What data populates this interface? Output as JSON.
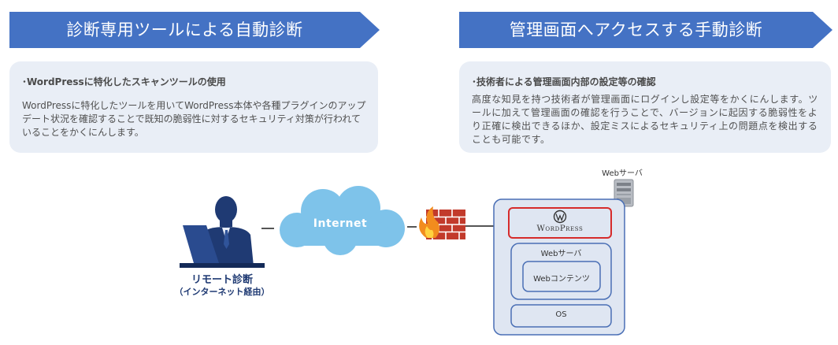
{
  "left": {
    "banner": "診断専用ツールによる自動診断",
    "heading": "･WordPressに特化したスキャンツールの使用",
    "body": "WordPressに特化したツールを用いてWordPress本体や各種プラグインのアップデート状況を確認することで既知の脆弱性に対するセキュリティ対策が行われていることをかくにんします。"
  },
  "right": {
    "banner": "管理画面へアクセスする手動診断",
    "heading": "･技術者による管理画面内部の設定等の確認",
    "body": "高度な知見を持つ技術者が管理画面にログインし設定等をかくにんします。ツールに加えて管理画面の確認を行うことで、バージョンに起因する脆弱性をより正確に検出できるほか、設定ミスによるセキュリティ上の問題点を検出することも可能です。"
  },
  "diagram": {
    "user_label_1": "リモート診断",
    "user_label_2": "（インターネット経由）",
    "internet": "Internet",
    "server_top_label": "Webサーバ",
    "wordpress": "WordPress",
    "inner_server": "Webサーバ",
    "contents": "Webコンテンツ",
    "os": "OS"
  },
  "colors": {
    "banner": "#4472c4",
    "panel": "#e9eef6",
    "cloud": "#7ec3ea",
    "server_box": "#dfe6f2",
    "box_border": "#4a6fb5",
    "wordpress_border": "#d62b2b",
    "person": "#1f3a73"
  }
}
